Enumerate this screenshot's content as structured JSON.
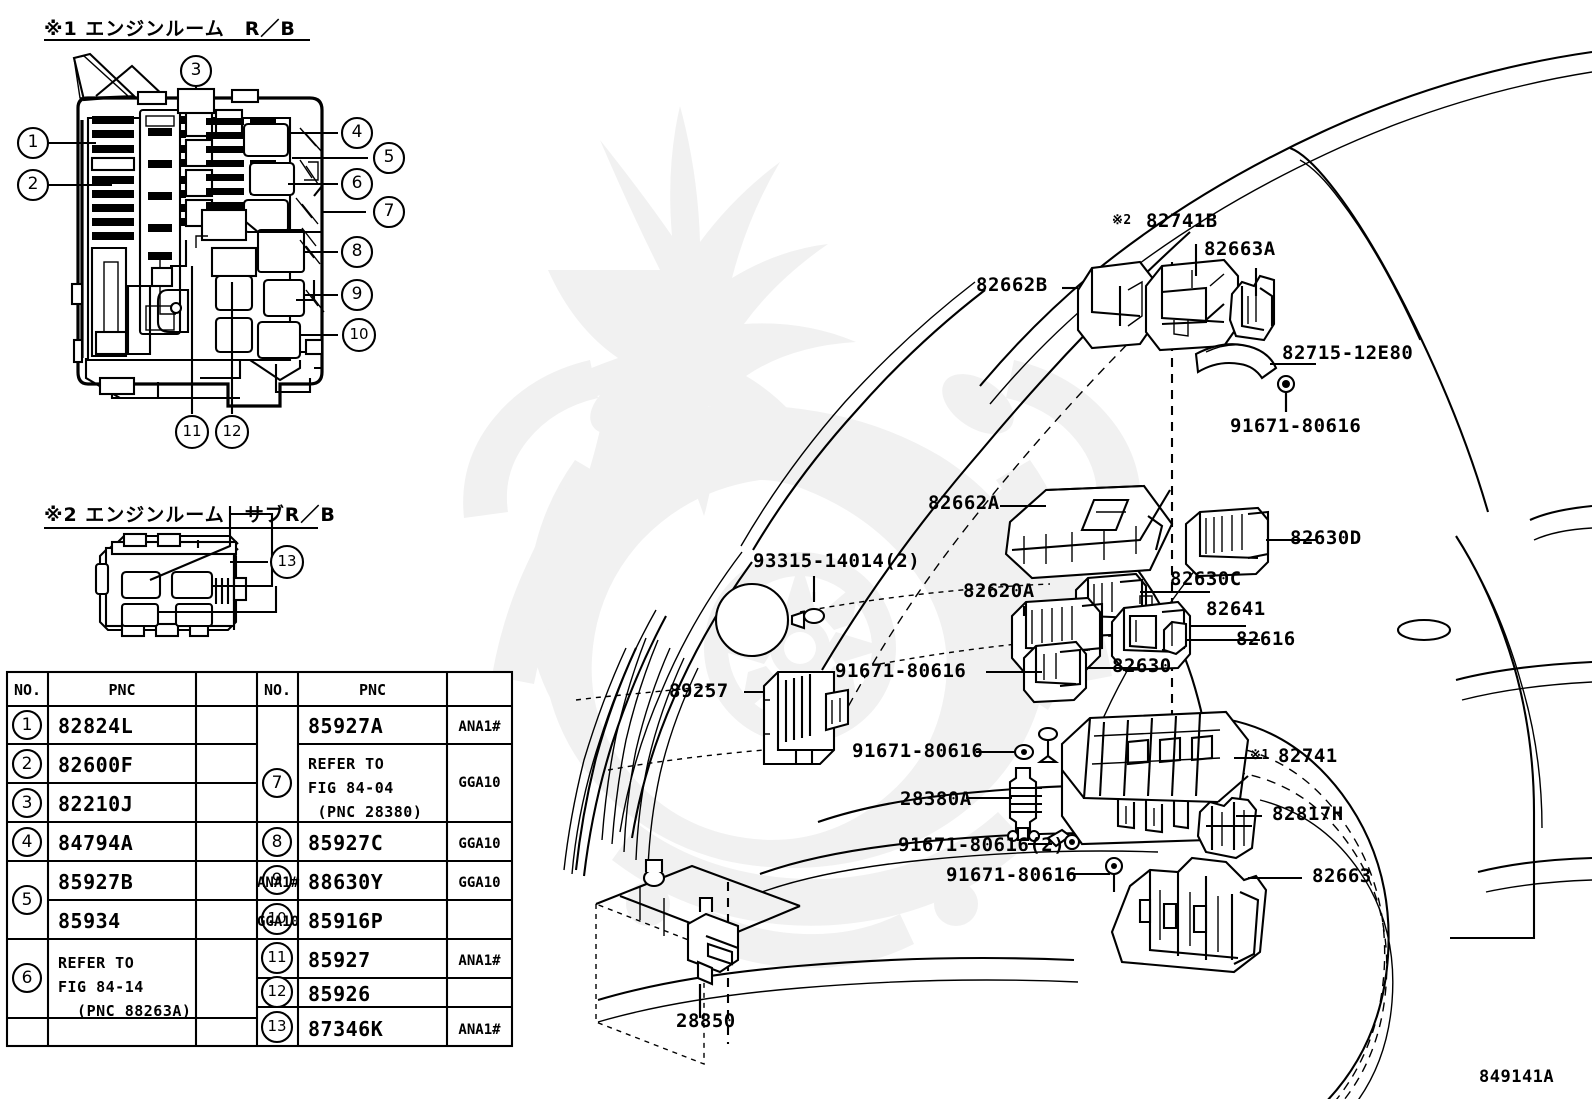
{
  "figure": {
    "id": "849141A",
    "sections": [
      {
        "key": "s1",
        "marker": "※1",
        "title": "エンジンルーム　R／B"
      },
      {
        "key": "s2",
        "marker": "※2",
        "title": "エンジンルーム　サブR／B"
      }
    ],
    "section1_full": "※1 エンジンルーム　R／B",
    "section2_full": "※2 エンジンルーム　サブR／B"
  },
  "callouts": {
    "c1": "1",
    "c2": "2",
    "c3": "3",
    "c4": "4",
    "c5": "5",
    "c6": "6",
    "c7": "7",
    "c8": "8",
    "c9": "9",
    "c10": "10",
    "c11": "11",
    "c12": "12",
    "c13": "13"
  },
  "table": {
    "headers": {
      "no": "NO.",
      "pnc": "PNC",
      "opt": ""
    },
    "left_rows": [
      {
        "no": "1",
        "pnc": "82824L",
        "opt": ""
      },
      {
        "no": "2",
        "pnc": "82600F",
        "opt": ""
      },
      {
        "no": "3",
        "pnc": "82210J",
        "opt": ""
      },
      {
        "no": "4",
        "pnc": "84794A",
        "opt": ""
      },
      {
        "no": "5",
        "pnc": "85927B",
        "opt": "ANA1#"
      },
      {
        "no": "5",
        "pnc": "85934",
        "opt": "GGA10"
      },
      {
        "no": "6",
        "pnc": "REFER TO\nFIG 84-14\n  (PNC 88263A)",
        "opt": ""
      },
      {
        "no": "",
        "pnc": "",
        "opt": ""
      }
    ],
    "right_rows": [
      {
        "no": "7",
        "pnc": "85927A",
        "opt": "ANA1#"
      },
      {
        "no": "7",
        "pnc": "REFER TO\nFIG 84-04\n (PNC 28380)",
        "opt": "GGA10"
      },
      {
        "no": "8",
        "pnc": "85927C",
        "opt": "GGA10"
      },
      {
        "no": "9",
        "pnc": "88630Y",
        "opt": "GGA10"
      },
      {
        "no": "10",
        "pnc": "85916P",
        "opt": ""
      },
      {
        "no": "11",
        "pnc": "85927",
        "opt": "ANA1#"
      },
      {
        "no": "12",
        "pnc": "85926",
        "opt": ""
      },
      {
        "no": "13",
        "pnc": "87346K",
        "opt": "ANA1#"
      }
    ]
  },
  "vehicle_labels": [
    {
      "key": "l_82741B",
      "text": "82741B",
      "prefix": "※2"
    },
    {
      "key": "l_82663A",
      "text": "82663A",
      "prefix": ""
    },
    {
      "key": "l_82662B",
      "text": "82662B",
      "prefix": ""
    },
    {
      "key": "l_82715_12E80",
      "text": "82715-12E80",
      "prefix": ""
    },
    {
      "key": "l_91671a",
      "text": "91671-80616",
      "prefix": ""
    },
    {
      "key": "l_82662A",
      "text": "82662A",
      "prefix": ""
    },
    {
      "key": "l_82630D",
      "text": "82630D",
      "prefix": ""
    },
    {
      "key": "l_82630C",
      "text": "82630C",
      "prefix": ""
    },
    {
      "key": "l_82620A_top",
      "text": "82620A",
      "prefix": ""
    },
    {
      "key": "l_82641",
      "text": "82641",
      "prefix": ""
    },
    {
      "key": "l_82616",
      "text": "82616",
      "prefix": ""
    },
    {
      "key": "l_82630",
      "text": "82630",
      "prefix": ""
    },
    {
      "key": "l_93315",
      "text": "93315-14014(2)",
      "prefix": ""
    },
    {
      "key": "l_89257",
      "text": "89257",
      "prefix": ""
    },
    {
      "key": "l_91671b",
      "text": "91671-80616",
      "prefix": ""
    },
    {
      "key": "l_91671c",
      "text": "91671-80616",
      "prefix": ""
    },
    {
      "key": "l_28380A",
      "text": "28380A",
      "prefix": ""
    },
    {
      "key": "l_91671d",
      "text": "91671-80616(2)",
      "prefix": ""
    },
    {
      "key": "l_91671e",
      "text": "91671-80616",
      "prefix": ""
    },
    {
      "key": "l_82741",
      "text": "82741",
      "prefix": "※1"
    },
    {
      "key": "l_82817H",
      "text": "82817H",
      "prefix": ""
    },
    {
      "key": "l_82663",
      "text": "82663",
      "prefix": ""
    },
    {
      "key": "l_28850",
      "text": "28850",
      "prefix": ""
    }
  ],
  "label_text": {
    "t_82741B": "82741B",
    "m_82741B": "※2",
    "t_82663A": "82663A",
    "t_82662B": "82662B",
    "t_82715": "82715-12E80",
    "t_91671a": "91671-80616",
    "t_82662A": "82662A",
    "t_82630D": "82630D",
    "t_82630C": "82630C",
    "t_82620A": "82620A",
    "t_82641": "82641",
    "t_82616": "82616",
    "t_82630": "82630",
    "t_93315": "93315-14014(2)",
    "t_89257": "89257",
    "t_91671b": "91671-80616",
    "t_91671c": "91671-80616",
    "t_28380A": "28380A",
    "t_91671d": "91671-80616(2)",
    "t_91671e": "91671-80616",
    "t_82741": "82741",
    "m_82741": "※1",
    "t_82817H": "82817H",
    "t_82663": "82663",
    "t_28850": "28850"
  },
  "colors": {
    "ink": "#000000",
    "paper": "#ffffff",
    "watermark": "#f1f1f1"
  }
}
